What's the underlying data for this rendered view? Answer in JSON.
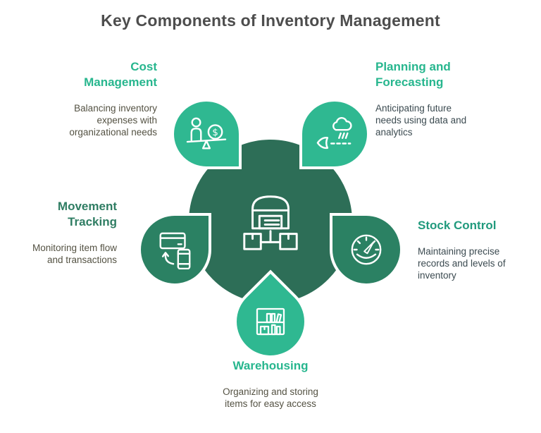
{
  "title": "Key Components of Inventory Management",
  "colors": {
    "background": "#ffffff",
    "title_text": "#4d4d4d",
    "mint_green": "#2fb891",
    "medium_green": "#2b8163",
    "dark_green": "#2d6e57",
    "shape_border": "#ffffff",
    "icon_stroke": "#ffffff"
  },
  "center": {
    "icon": "warehouse-with-boxes-icon"
  },
  "nodes": {
    "cost": {
      "heading": "Cost\nManagement",
      "description": "Balancing inventory\nexpenses with\norganizational needs",
      "icon": "balance-scale-dollar-icon",
      "shape_color": "#2fb891",
      "heading_color": "#27b68e",
      "description_color": "#545243"
    },
    "planning": {
      "heading": "Planning and\nForecasting",
      "description": "Anticipating future\nneeds using data and\nanalytics",
      "icon": "forecast-cloud-rain-icon",
      "shape_color": "#2fb891",
      "heading_color": "#27b68e",
      "description_color": "#3b4a50"
    },
    "movement": {
      "heading": "Movement\nTracking",
      "description": "Monitoring item flow\nand transactions",
      "icon": "card-phone-transfer-icon",
      "shape_color": "#2b8163",
      "heading_color": "#2f7d63",
      "description_color": "#545243"
    },
    "stock": {
      "heading": "Stock Control",
      "description": "Maintaining precise\nrecords and levels of\ninventory",
      "icon": "speedometer-gauge-icon",
      "shape_color": "#2b8163",
      "heading_color": "#219a7d",
      "description_color": "#3b4a50"
    },
    "warehousing": {
      "heading": "Warehousing",
      "description": "Organizing and storing\nitems for easy access",
      "icon": "bookshelf-icon",
      "shape_color": "#2fb891",
      "heading_color": "#27b68e",
      "description_color": "#545243"
    }
  }
}
